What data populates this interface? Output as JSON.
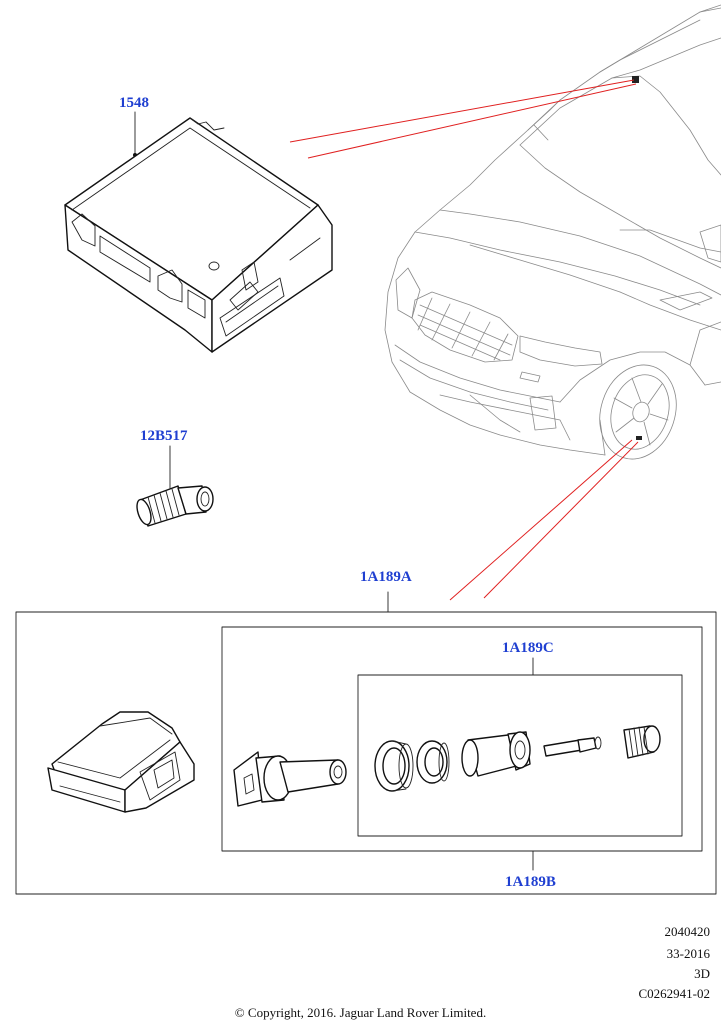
{
  "callouts": {
    "module": "1548",
    "valve_cap": "12B517",
    "kit_main": "1A189A",
    "kit_service": "1A189C",
    "kit_valve": "1A189B"
  },
  "meta": {
    "line1": "2040420",
    "line2": "33-2016",
    "line3": "3D",
    "line4": "C0262941-02"
  },
  "copyright": "© Copyright, 2016. Jaguar Land Rover Limited.",
  "colors": {
    "callout_text": "#1f3fd1",
    "leader_red": "#e02020",
    "line_art": "#111111",
    "vehicle_outline": "#8a8a8a"
  }
}
